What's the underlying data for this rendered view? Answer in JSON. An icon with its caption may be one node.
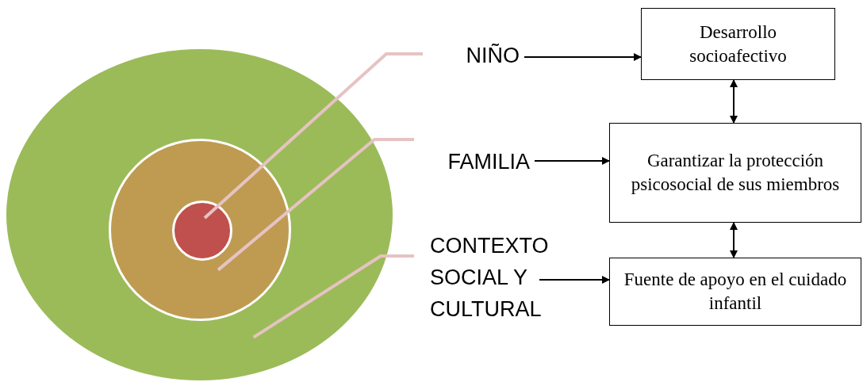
{
  "diagram": {
    "nodes": [
      {
        "text": [],
        "shape": "circle"
      },
      {
        "text": [],
        "shape": "circle",
        "in": 0
      },
      {
        "text": [],
        "shape": "circle",
        "in": 1
      },
      {
        "text": [
          "NIÑO"
        ]
      },
      {
        "text": [
          "FAMILIA"
        ]
      },
      {
        "text": [
          "CONTEXTO SOCIAL Y CULTURAL"
        ]
      },
      {
        "text": [
          "Desarrollo socioafectivo"
        ]
      },
      {
        "text": [
          "Garantizar la protección psicosocial de sus miembros"
        ]
      },
      {
        "text": [
          "Fuente de apoyo en el cuidado infantil"
        ]
      }
    ],
    "edges": [
      {
        "from": 3,
        "to": 2,
        "arrow": "none",
        "style": "thick",
        "color": "#e6c3c3"
      },
      {
        "from": 4,
        "to": 1,
        "arrow": "none",
        "style": "thick",
        "color": "#e6c3c3"
      },
      {
        "from": 5,
        "to": 0,
        "arrow": "none",
        "style": "thick",
        "color": "#e6c3c3"
      },
      {
        "from": 3,
        "to": 6,
        "arrow": "to"
      },
      {
        "from": 4,
        "to": 7,
        "arrow": "to"
      },
      {
        "from": 5,
        "to": 8,
        "arrow": "to"
      },
      {
        "from": 6,
        "to": 7,
        "arrow": "both"
      },
      {
        "from": 7,
        "to": 8,
        "arrow": "both"
      }
    ]
  }
}
